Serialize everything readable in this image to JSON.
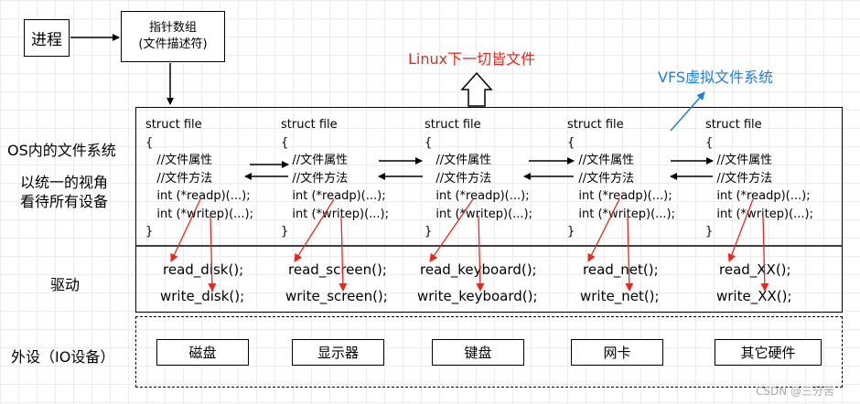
{
  "process_label": "进程",
  "pointer_array": [
    "指针数组",
    "(文件描述符)"
  ],
  "linux_caption": "Linux下一切皆文件",
  "vfs_caption": "VFS虚拟文件系统",
  "os_label": "OS内的文件系统",
  "unified_view": [
    "以统一的视角",
    "看待所有设备"
  ],
  "driver_label": "驱动",
  "peripheral_label": "外设（IO设备）",
  "struct_file": {
    "header": "struct file",
    "open_brace": "{",
    "attr": "//文件属性",
    "method": "//文件方法",
    "readp": "int (*readp)(...);",
    "writep": "int (*writep)(...);",
    "close_brace": "}"
  },
  "drivers": [
    {
      "read": "read_disk();",
      "write": "write_disk();"
    },
    {
      "read": "read_screen();",
      "write": "write_screen();"
    },
    {
      "read": "read_keyboard();",
      "write": "write_keyboard();"
    },
    {
      "read": "read_net();",
      "write": "write_net();"
    },
    {
      "read": "read_XX();",
      "write": "write_XX();"
    }
  ],
  "devices": [
    "磁盘",
    "显示器",
    "键盘",
    "网卡",
    "其它硬件"
  ],
  "watermark": "CSDN @三分苦",
  "colors": {
    "red": "#e8281e",
    "blue": "#1f7fe0",
    "line": "#000000"
  }
}
